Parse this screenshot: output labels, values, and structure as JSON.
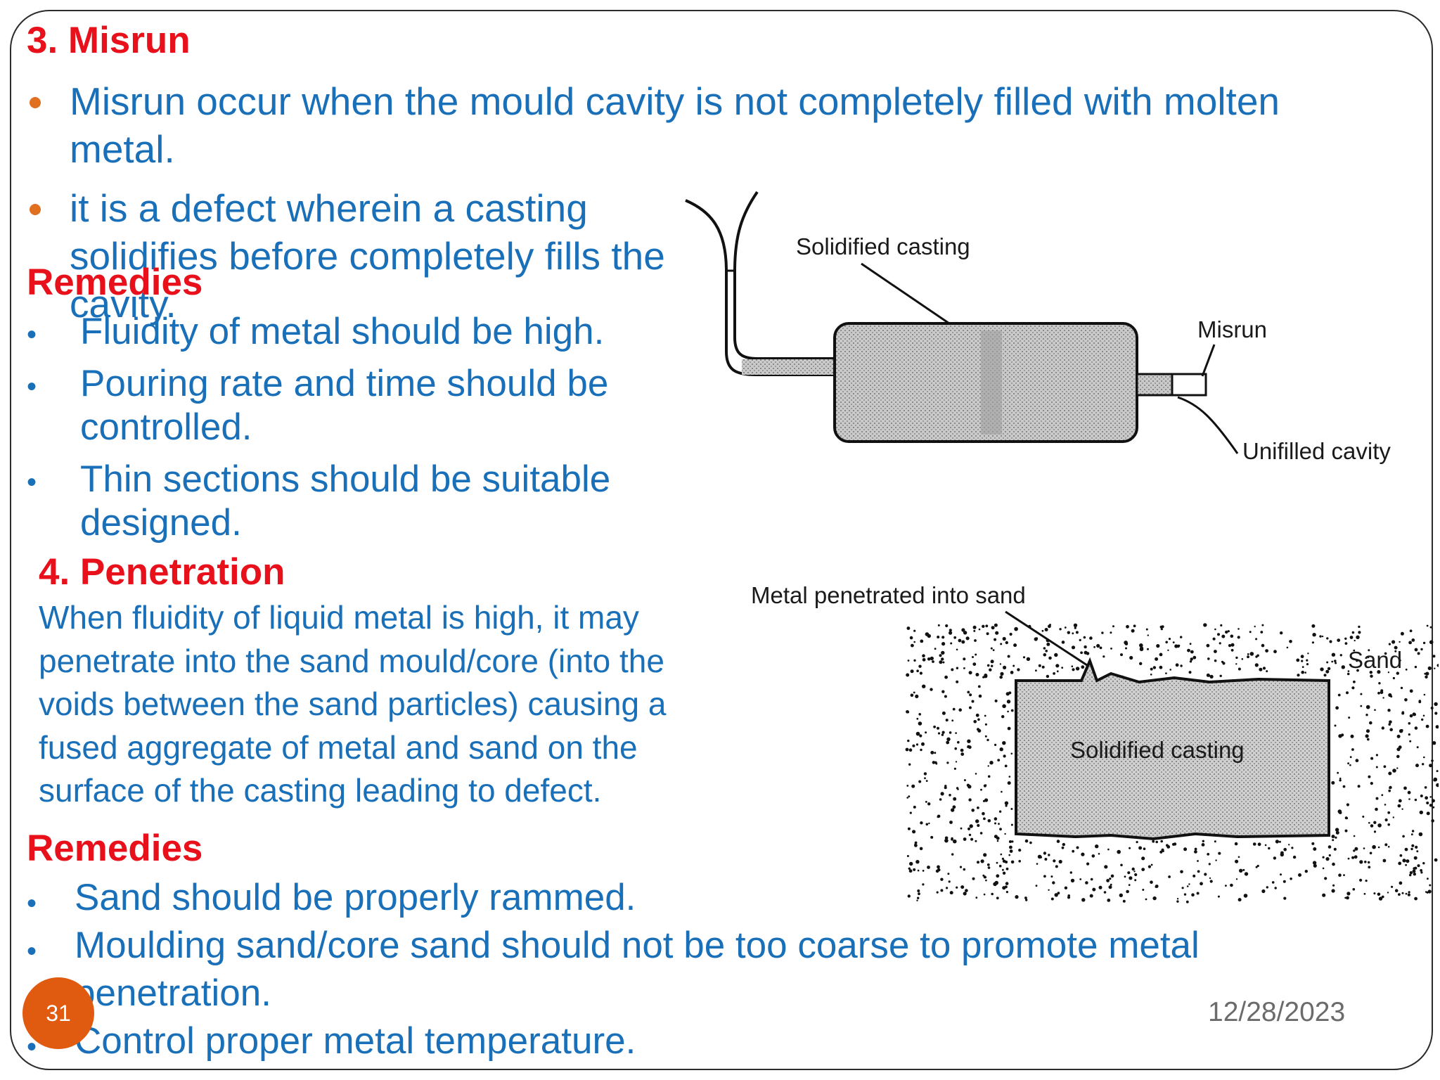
{
  "misrun": {
    "heading": "3. Misrun",
    "bullets": [
      "Misrun occur when the mould cavity is not completely filled with molten metal.",
      "it is a defect wherein a casting solidifies before completely fills the cavity."
    ],
    "remedies_heading": "Remedies",
    "remedies": [
      "Fluidity of metal should be high.",
      "Pouring rate and time should be controlled.",
      "Thin sections should be suitable designed."
    ],
    "figure": {
      "label_casting": "Solidified casting",
      "label_misrun": "Misrun",
      "label_cavity": "Unifilled cavity"
    }
  },
  "penetration": {
    "heading": "4. Penetration",
    "description": "When fluidity of liquid metal is high, it may penetrate into the sand mould/core (into the voids between the sand particles) causing a fused aggregate of metal and sand on the surface of the  casting leading to defect.",
    "remedies_heading": "Remedies",
    "remedies": [
      "Sand should be properly rammed.",
      "Moulding sand/core sand should not be too coarse to promote metal penetration.",
      "Control proper metal temperature."
    ],
    "figure": {
      "label_penetrated": "Metal penetrated into sand",
      "label_sand": "Sand",
      "label_casting": "Solidified casting"
    }
  },
  "footer": {
    "page_number": "31",
    "date": "12/28/2023"
  },
  "colors": {
    "heading": "#e8111b",
    "body_text": "#1a70b8",
    "bullet_dot": "#e06f20",
    "page_badge": "#e05a10",
    "date_text": "#6b6b6b"
  }
}
